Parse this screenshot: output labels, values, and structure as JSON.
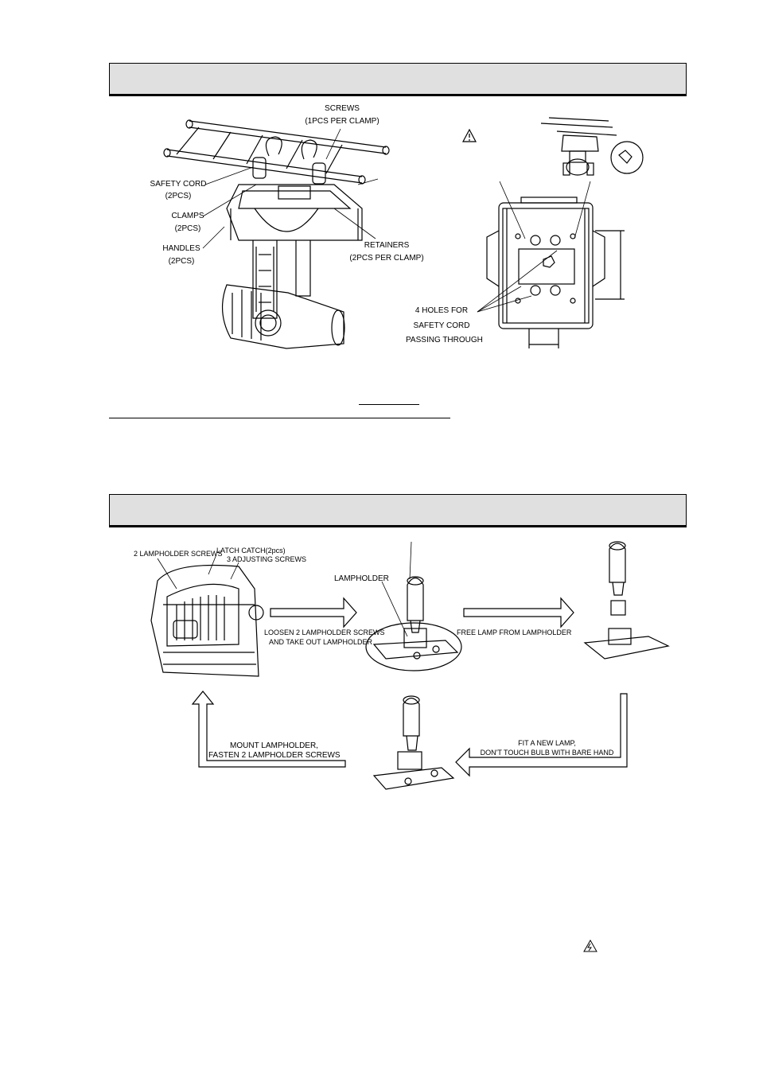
{
  "fig1": {
    "screws": "SCREWS",
    "screws_qty": "(1PCS PER CLAMP)",
    "safety_cord": "SAFETY CORD",
    "safety_cord_qty": "(2PCS)",
    "clamps": "CLAMPS",
    "clamps_qty": "(2PCS)",
    "handles": "HANDLES",
    "handles_qty": "(2PCS)",
    "retainers": "RETAINERS",
    "retainers_qty": "(2PCS PER CLAMP)",
    "holes_1": "4 HOLES FOR",
    "holes_2": "SAFETY CORD",
    "holes_3": "PASSING THROUGH"
  },
  "fig2": {
    "lampholder_screws": "2 LAMPHOLDER SCREWS",
    "latch_catch": "LATCH CATCH(2pcs)",
    "adjusting_screws": "3 ADJUSTING SCREWS",
    "lampholder": "LAMPHOLDER",
    "step1_a": "LOOSEN 2 LAMPHOLDER SCREWS",
    "step1_b": "AND TAKE OUT LAMPHOLDER",
    "step2": "FREE LAMP FROM LAMPHOLDER",
    "step3_a": "FIT A NEW LAMP,",
    "step3_b": "DON'T TOUCH BULB WITH BARE HAND",
    "step4_a": "MOUNT LAMPHOLDER,",
    "step4_b": "FASTEN 2 LAMPHOLDER SCREWS"
  },
  "icons": [
    "warning-icon",
    "electric-hazard-icon"
  ]
}
